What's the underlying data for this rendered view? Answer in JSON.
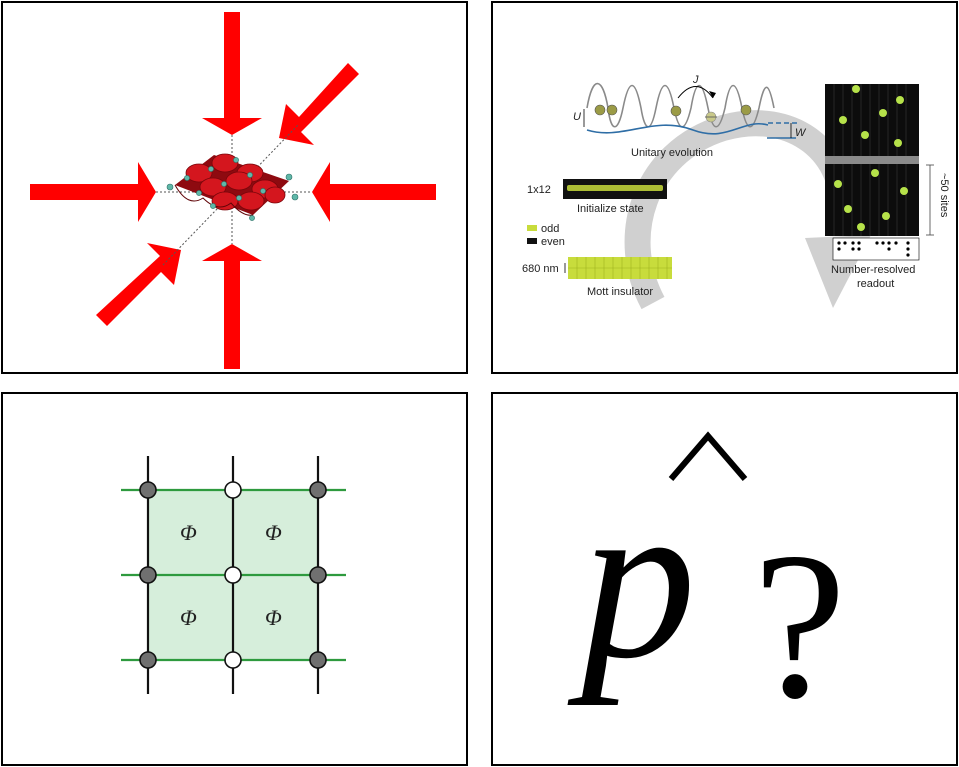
{
  "panel_laser": {
    "colors": {
      "beam": "#ff0000",
      "surface": "#c8141c",
      "atom": "#5fb7a8"
    }
  },
  "panel_experiment": {
    "U_label": "U",
    "J_label": "J",
    "W_label": "W",
    "unitary_label": "Unitary evolution",
    "chain_label": "1x12",
    "init_label": "Initialize state",
    "legend_odd": "odd",
    "legend_even": "even",
    "scale_label": "680 nm",
    "mott_label": "Mott insulator",
    "sites_label": "~50 sites",
    "readout_line1": "Number-resolved",
    "readout_line2": "readout",
    "colors": {
      "odd": "#c8dc3c",
      "even": "#111111",
      "arrow": "#cfcfcf",
      "potential": "#2f6ea6"
    }
  },
  "panel_lattice": {
    "flux_labels": [
      "Φ",
      "Φ",
      "Φ",
      "Φ"
    ],
    "colors": {
      "plaquette": "#d6eedb",
      "horizontal_link": "#2e9a3e",
      "filled_site": "#707070",
      "open_site": "#ffffff"
    }
  },
  "panel_question": {
    "operator_symbol": "p",
    "hat_symbol": "^",
    "question_mark": "?"
  }
}
